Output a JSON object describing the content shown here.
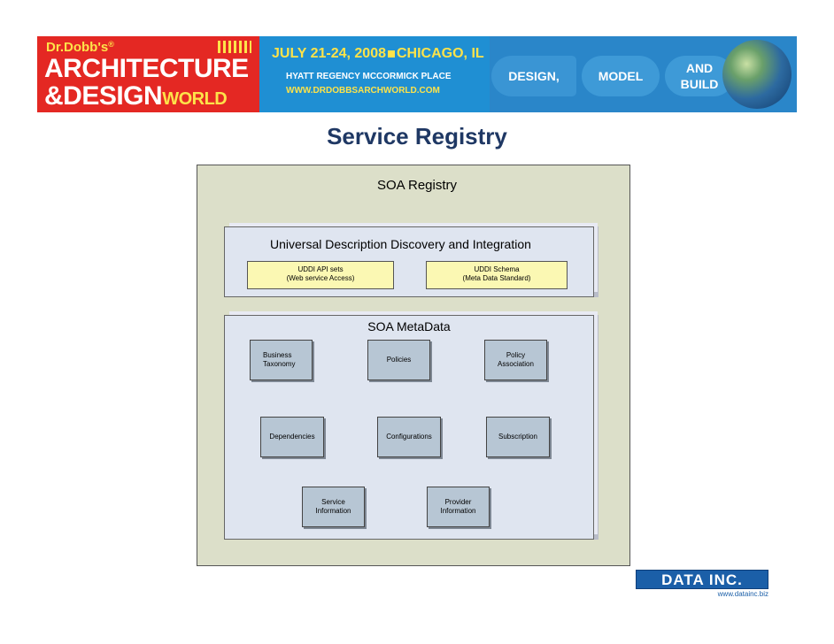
{
  "banner": {
    "brand_small": "Dr.Dobb's",
    "brand_small_mark": "®",
    "brand_line1": "ARCHITECTURE",
    "brand_line2_a": "&DESIGN",
    "brand_line2_b": "WORLD",
    "dates_a": "JULY 21-24, 2008",
    "dates_b": "CHICAGO, IL",
    "venue": "HYATT REGENCY MCCORMICK PLACE",
    "url": "WWW.DRDOBBSARCHWORLD.COM",
    "tag_design": "DESIGN,",
    "tag_model": "MODEL",
    "tag_and": "AND",
    "tag_build": "BUILD",
    "colors": {
      "red": "#e42823",
      "blue": "#1f8fd3",
      "yellow": "#fde34a"
    }
  },
  "slide": {
    "title": "Service Registry"
  },
  "diagram": {
    "outer_title": "SOA Registry",
    "uddi": {
      "title": "Universal Description Discovery and Integration",
      "boxes": [
        {
          "line1": "UDDI API sets",
          "line2": "(Web service Access)"
        },
        {
          "line1": "UDDI Schema",
          "line2": "(Meta Data Standard)"
        }
      ]
    },
    "metadata": {
      "title": "SOA MetaData",
      "nodes": [
        {
          "line1": "Business",
          "line2": "Taxonomy"
        },
        {
          "line1": "Policies",
          "line2": ""
        },
        {
          "line1": "Policy",
          "line2": "Association"
        },
        {
          "line1": "Dependencies",
          "line2": ""
        },
        {
          "line1": "Configurations",
          "line2": ""
        },
        {
          "line1": "Subscription",
          "line2": ""
        },
        {
          "line1": "Service",
          "line2": "Information"
        },
        {
          "line1": "Provider",
          "line2": "Information"
        }
      ]
    },
    "colors": {
      "outer_bg": "#dcdfc9",
      "panel_bg": "#dfe5f0",
      "yellow_box": "#fbf8b3",
      "node_box": "#b7c6d4"
    }
  },
  "footer": {
    "logo": "DATA INC.",
    "url": "www.datainc.biz"
  }
}
